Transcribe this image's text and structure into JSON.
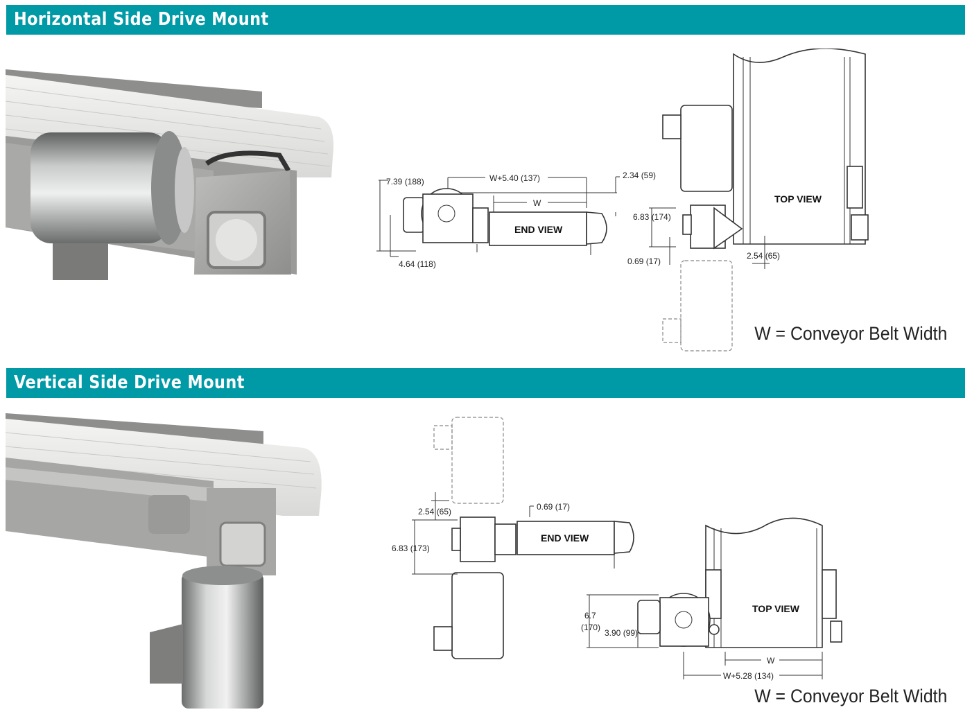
{
  "sections": [
    {
      "title": "Horizontal Side Drive Mount",
      "end_view_label": "END VIEW",
      "top_view_label": "TOP VIEW",
      "dims": {
        "d1": "7.39 (188)",
        "d2": "W+5.40 (137)",
        "d3": "W",
        "d4": "4.64 (118)",
        "d5": "2.34 (59)",
        "d6": "6.83 (174)",
        "d7": "0.69 (17)",
        "d8": "2.54 (65)"
      },
      "legend": "W = Conveyor Belt Width"
    },
    {
      "title": "Vertical Side Drive Mount",
      "end_view_label": "END VIEW",
      "top_view_label": "TOP VIEW",
      "dims": {
        "d1": "2.54 (65)",
        "d2": "0.69 (17)",
        "d3": "6.83 (173)",
        "d4a": "6.7",
        "d4b": "(170)",
        "d5": "3.90 (99)",
        "d6": "W",
        "d7": "W+5.28 (134)"
      },
      "legend": "W = Conveyor Belt Width"
    }
  ]
}
